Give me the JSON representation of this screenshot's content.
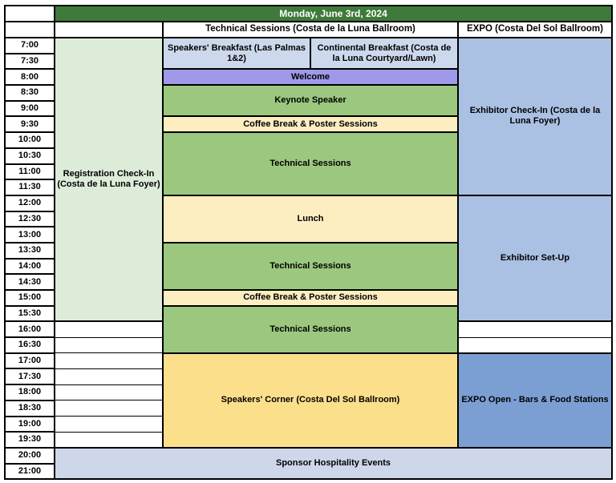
{
  "title": "Monday, June 3rd, 2024",
  "headers": {
    "technical": "Technical Sessions (Costa de la Luna Ballroom)",
    "expo": "EXPO (Costa Del Sol Ballroom)"
  },
  "times": [
    "7:00",
    "7:30",
    "8:00",
    "8:30",
    "9:00",
    "9:30",
    "10:00",
    "10:30",
    "11:00",
    "11:30",
    "12:00",
    "12:30",
    "13:00",
    "13:30",
    "14:00",
    "14:30",
    "15:00",
    "15:30",
    "16:00",
    "16:30",
    "17:00",
    "17:30",
    "18:00",
    "18:30",
    "19:00",
    "19:30",
    "20:00",
    "21:00"
  ],
  "events": {
    "registration": "Registration Check-In (Costa de la Luna Foyer)",
    "speakers_breakfast": "Speakers' Breakfast (Las Palmas 1&2)",
    "continental_breakfast": "Continental Breakfast (Costa de la Luna Courtyard/Lawn)",
    "welcome": "Welcome",
    "keynote": "Keynote Speaker",
    "coffee_break": "Coffee Break & Poster Sessions",
    "technical_sessions": "Technical Sessions",
    "lunch": "Lunch",
    "speakers_corner": "Speakers' Corner (Costa Del Sol Ballroom)",
    "exhibitor_checkin": "Exhibitor Check-In (Costa de la Luna Foyer)",
    "exhibitor_setup": "Exhibitor Set-Up",
    "expo_open": "EXPO Open - Bars & Food Stations",
    "sponsor_hospitality": "Sponsor Hospitality Events"
  },
  "colors": {
    "header_green": "#3f7a3a",
    "session_green": "#9bc87e",
    "registration_green": "#dcecd8",
    "breakfast_blue": "#ccd8eb",
    "exhibitor_blue": "#abc1e3",
    "expo_open_blue": "#7c9fd3",
    "welcome_purple": "#9e99e9",
    "break_cream": "#fdeec1",
    "corner_yellow": "#fcdf8b",
    "sponsor_lavender": "#cdd7e9"
  }
}
